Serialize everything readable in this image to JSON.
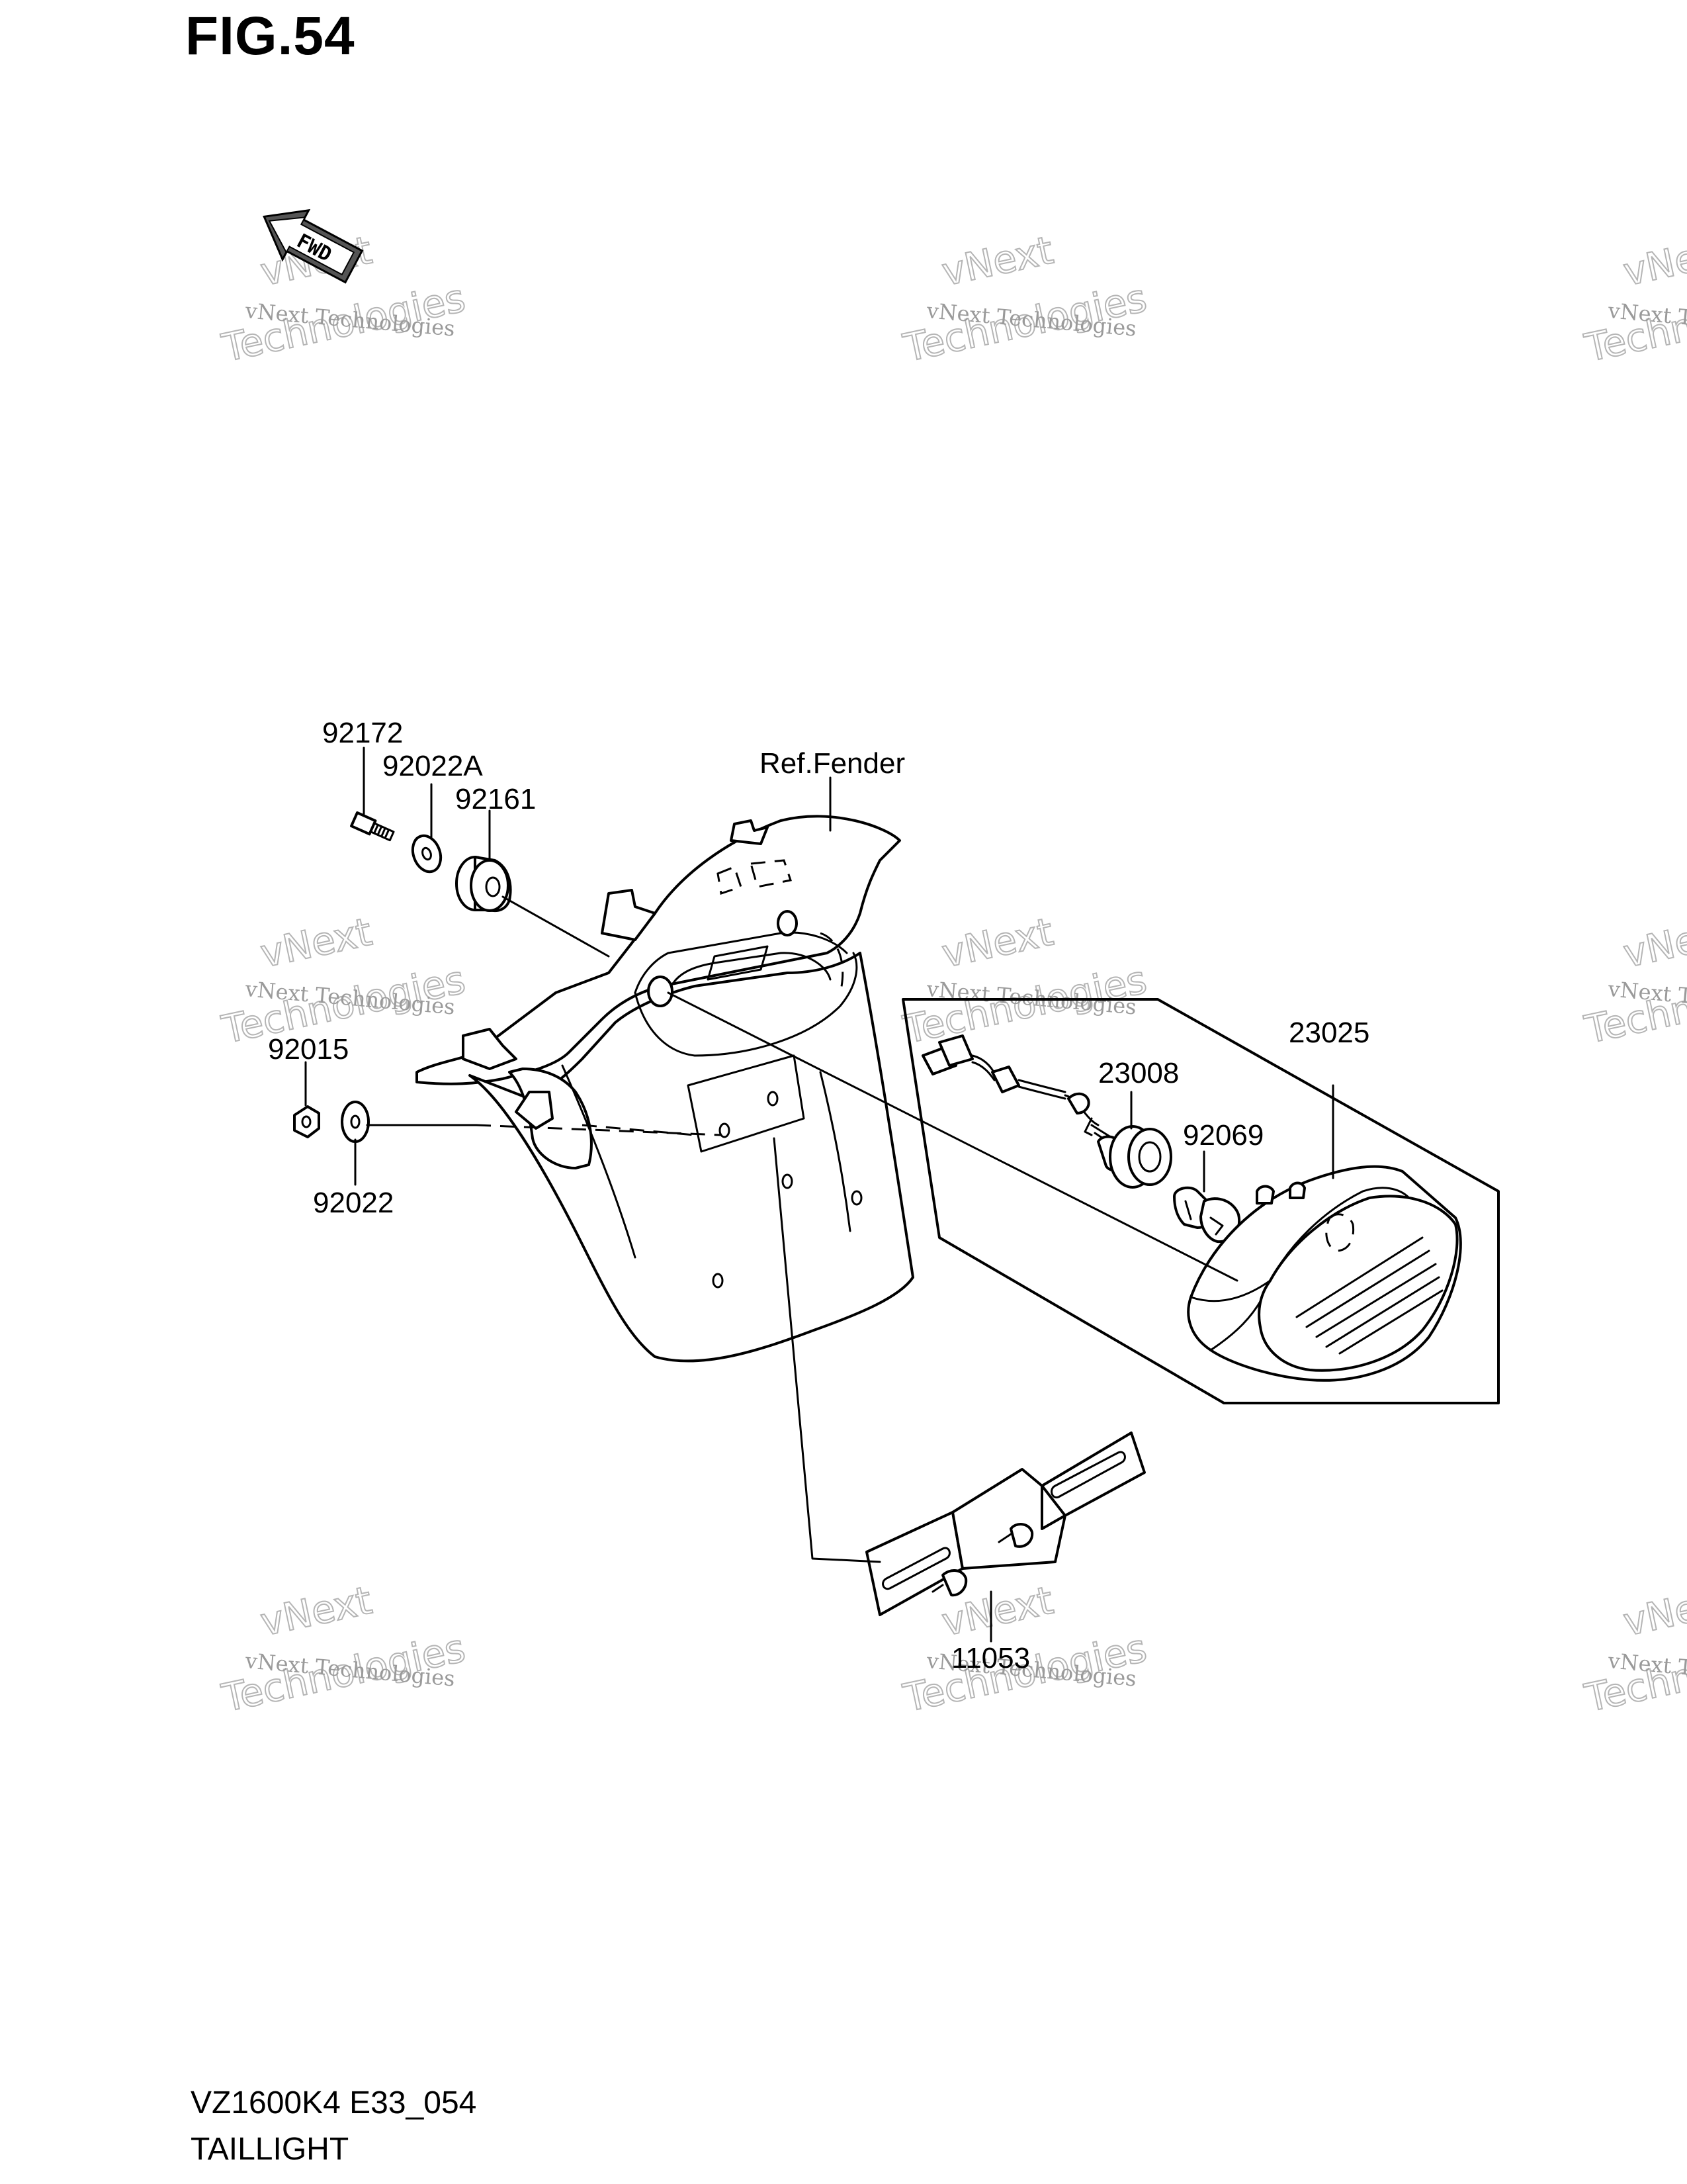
{
  "figure": {
    "title": "FIG.54"
  },
  "footer": {
    "model_code": "VZ1600K4 E33_054",
    "section_name": "TAILLIGHT"
  },
  "direction_arrow": {
    "label": "FWD"
  },
  "watermark": {
    "line1": "vNext Technologies",
    "line2": "vNext",
    "line3": "Technologies"
  },
  "parts": {
    "p92172": "92172",
    "p92022A": "92022A",
    "p92161": "92161",
    "ref_fender": "Ref.Fender",
    "p92015": "92015",
    "p92022": "92022",
    "p23025": "23025",
    "p23008": "23008",
    "p92069": "92069",
    "p11053": "11053"
  }
}
